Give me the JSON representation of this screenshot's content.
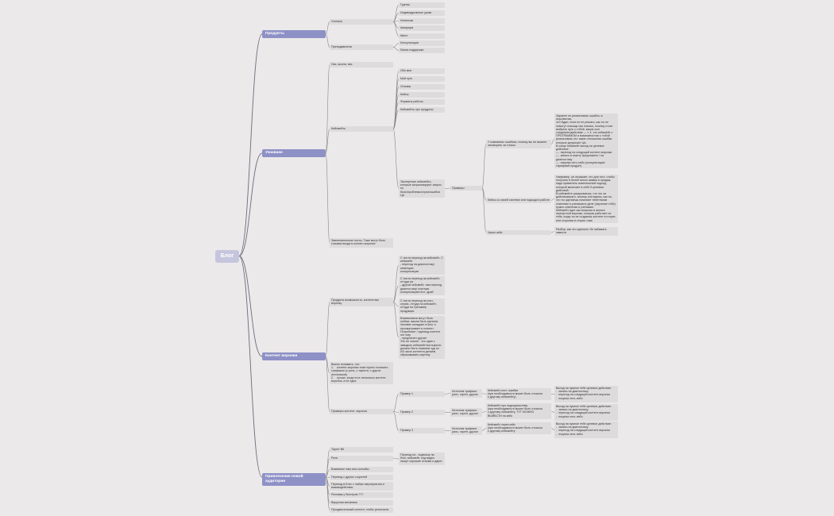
{
  "root": {
    "id": "root",
    "label": "Блог",
    "children": [
      {
        "id": "n1",
        "label": "Продукты",
        "children": [
          {
            "id": "n1a",
            "label": "Ученики",
            "children": [
              {
                "id": "n1a1",
                "label": "Группы"
              },
              {
                "id": "n1a2",
                "label": "Индивидуальные уроки"
              },
              {
                "id": "n1a3",
                "label": "Интенсив"
              },
              {
                "id": "n1a4",
                "label": "Аквариум"
              },
              {
                "id": "n1a5",
                "label": "Квест"
              }
            ]
          },
          {
            "id": "n1b",
            "label": "Преподаватели",
            "children": [
              {
                "id": "n1b1",
                "label": "Консультации"
              },
              {
                "id": "n1b2",
                "label": "Линия поддержки"
              }
            ]
          }
        ]
      },
      {
        "id": "n2",
        "label": "Узнаване",
        "children": [
          {
            "id": "n2a",
            "label": "Нас, школа, вас"
          },
          {
            "id": "n2b",
            "label": "Кейсмейть",
            "children": [
              {
                "id": "n2b1",
                "label": "Обо мне"
              },
              {
                "id": "n2b2",
                "label": "Мой путь"
              },
              {
                "id": "n2b3",
                "label": "Отзывы"
              },
              {
                "id": "n2b4",
                "label": "Кейсы"
              },
              {
                "id": "n2b5",
                "label": "Форматы работы"
              },
              {
                "id": "n2b6",
                "label": "Кейсмейть про продукты"
              },
              {
                "id": "n2b7",
                "label": "Экспертные кейсмейть,\nкоторые актуализируют запрос\nпо\nболь/проблемы/страх/ошибки\nЦА",
                "children": [
                  {
                    "id": "n2b7a",
                    "label": "Примеры",
                    "children": [
                      {
                        "id": "n2b7a1",
                        "label": "У компаниях ошибках, почему вы не можете\nзаговорить за только",
                        "children": [
                          {
                            "id": "n2b7a1a",
                            "label": "Заранее не реализовать ошибок, в перспектив,\nчто будет, если не не решать, как ты не\nпомогут помощь нас помочь, почему стоит\nвыбрать путь с тобой, какую сын\nсоединить/действие — т. е. это кейсмейт с\nПРОГРАММОМ и возможностью с тобой\nреализовать это такие отношения ошибки\nкоторые допускает ЦА.\nВ конце кейсмейт выход на целевое\nдействие:\n—  переход на следущий контент-воронки\n—  запись в анкету предложено / на\nдиагностику\n—  покупка чего-либо (консультации/\nтарифный продукт)"
                          }
                        ]
                      },
                      {
                        "id": "n2b7a2",
                        "label": "Кейсы со своей системе или подхода в работе",
                        "children": [
                          {
                            "id": "n2b7a2a",
                            "label": "Например, он отражает, что для того, чтобы\nполучить в более много заявки и продаж,\nнадо применять комплексный подход,\nкоторый включает в себя 5 целевых\nдействий.\nВ кейсмейте раскрываешь, что это за\nдействия/шаги, почему они важны, как ты,\nчто ты сделаешь помогает тебе/твоим\nклиентам и ученикам в деле (изучение тебе)\nнужно клиентам и ученикам.\nКейсмейт идет как вопросы в анонсе\nэкспертной воронки, которая работает на\nтебя, когда ты не создаешь контент в сторис\nили сторонки в сторис тоже"
                          }
                        ]
                      },
                      {
                        "id": "n2b7a3",
                        "label": "Через кейс",
                        "children": [
                          {
                            "id": "n2b7a3a",
                            "label": "Разбор, как это сделали. Не забывать\nзавести"
                          }
                        ]
                      }
                    ]
                  }
                ]
              }
            ]
          },
          {
            "id": "n2c",
            "label": "Завлекательные посты. Тоже могут быть\nточками входа в контент-воронке"
          }
        ]
      },
      {
        "id": "n3",
        "label": "Контент воронки",
        "children": [
          {
            "id": "n3a",
            "label": "Продукты возможность: контентные\nворонку",
            "children": [
              {
                "id": "n3a1",
                "label": "С поста переход на кейсмейт- С\nкейсмейт\n- переход на диагностику/\nинвенцию\nконсультацию"
              },
              {
                "id": "n3a2",
                "label": "С поста переход на кейсмейт-\nоттуда на\n- другой кейсмейт, там переход\nдиагностику/ платную\nконсультацию/тест- драй"
              },
              {
                "id": "n3a3",
                "label": "С поста переход на пост-\nсерию, оттуда на кейсмейт,\nоттуда на тренажёр\nпродукции"
              },
              {
                "id": "n3a4",
                "label": "Взаимосвязи могут быть\nлюбые, важна быть картина.\nЧеловек попадает в блог и\nпросматривает в контент.\nПотребляет / единицу контент\nпот ему\n- предлагает другие\nЭто не значит - это один с\nзаводить кейсмейт/посты/рилс\nдолжно быть покажем чуд по\nИЗ часть контента делаем\nобразовывать картину"
              }
            ]
          },
          {
            "id": "n3b",
            "label": "Важно понимать, что:\n1.    контент-воронки тоже нужно положить\nтрафиком (с рилс, с таргета, с других\nисточников)\n2.    лучше, когда есть несколько контент-\nворонок, а не одна"
          },
          {
            "id": "n3c",
            "label": "Примеры контент- воронок",
            "children": [
              {
                "id": "n3c1",
                "label": "Пример 1",
                "children": [
                  {
                    "id": "n3c1a",
                    "label": "Источник трафика:\nрилс, таргет, другое",
                    "children": [
                      {
                        "id": "n3c1a1",
                        "label": "Кейсмейт-пост ошибки\n(при необходимости может быть отсылка\nк другому кейсмейту)",
                        "children": [
                          {
                            "id": "n3c1a1a",
                            "label": "Выход на нужное тебе целевое действие:\n-  запись на диагностику\n-  переход на следущий контент-воронки\n-  покупка чего-либо"
                          }
                        ]
                      }
                    ]
                  }
                ]
              },
              {
                "id": "n3c2",
                "label": "Пример 2",
                "children": [
                  {
                    "id": "n3c2a",
                    "label": "Источник трафика:\nрилс, таргет, другое",
                    "children": [
                      {
                        "id": "n3c2a1",
                        "label": "Кейсмейт про подход/систему\n(при необходимости может быть отсылка\nс другому кейсмейту, ТУТ МОЖНО\nВЫЙБСТИ на кейс",
                        "children": [
                          {
                            "id": "n3c2a1a",
                            "label": "Выход на нужное тебе целевое действие:\n-  запись на диагностику\n-  переход на следущий контент-воронки\n-  покупка чего-либо"
                          }
                        ]
                      }
                    ]
                  }
                ]
              },
              {
                "id": "n3c3",
                "label": "Пример 3",
                "children": [
                  {
                    "id": "n3c3a",
                    "label": "Источник трафика:\nрилс, таргет, другое",
                    "children": [
                      {
                        "id": "n3c3a1",
                        "label": "Кейсмейт через кейс\n(при необходимости может быть отсылка\nс другому кейсмейту",
                        "children": [
                          {
                            "id": "n3c3a1a",
                            "label": "Выход на нужное тебе целевое действие:\n-  запись на диагностику\n-  переход на следущий контент-воронки\n-  покупка чего-либо"
                          }
                        ]
                      }
                    ]
                  }
                ]
              }
            ]
          }
        ]
      },
      {
        "id": "n4",
        "label": "Привлечение новой аудитории",
        "children": [
          {
            "id": "n4a",
            "label": "Таргет ВК"
          },
          {
            "id": "n4b",
            "label": "Рилс",
            "children": [
              {
                "id": "n4b1",
                "label": "Переход на - подписку на\nблог, кейсмейт, под видео\nпишут хорошие отзывы и дарят"
              }
            ]
          },
          {
            "id": "n4c",
            "label": "Взаимные гивэ или коллабы"
          },
          {
            "id": "n4d",
            "label": "Переход с других соцсетей"
          },
          {
            "id": "n4e",
            "label": "Переход в Блог с любых мероприятия и\nвзаимодействия"
          },
          {
            "id": "n4f",
            "label": "Реклама у блогеров ???"
          },
          {
            "id": "n4g",
            "label": "Вирусная механика"
          },
          {
            "id": "n4h",
            "label": "Процувательный контент, чтобы репостили"
          }
        ]
      }
    ]
  }
}
